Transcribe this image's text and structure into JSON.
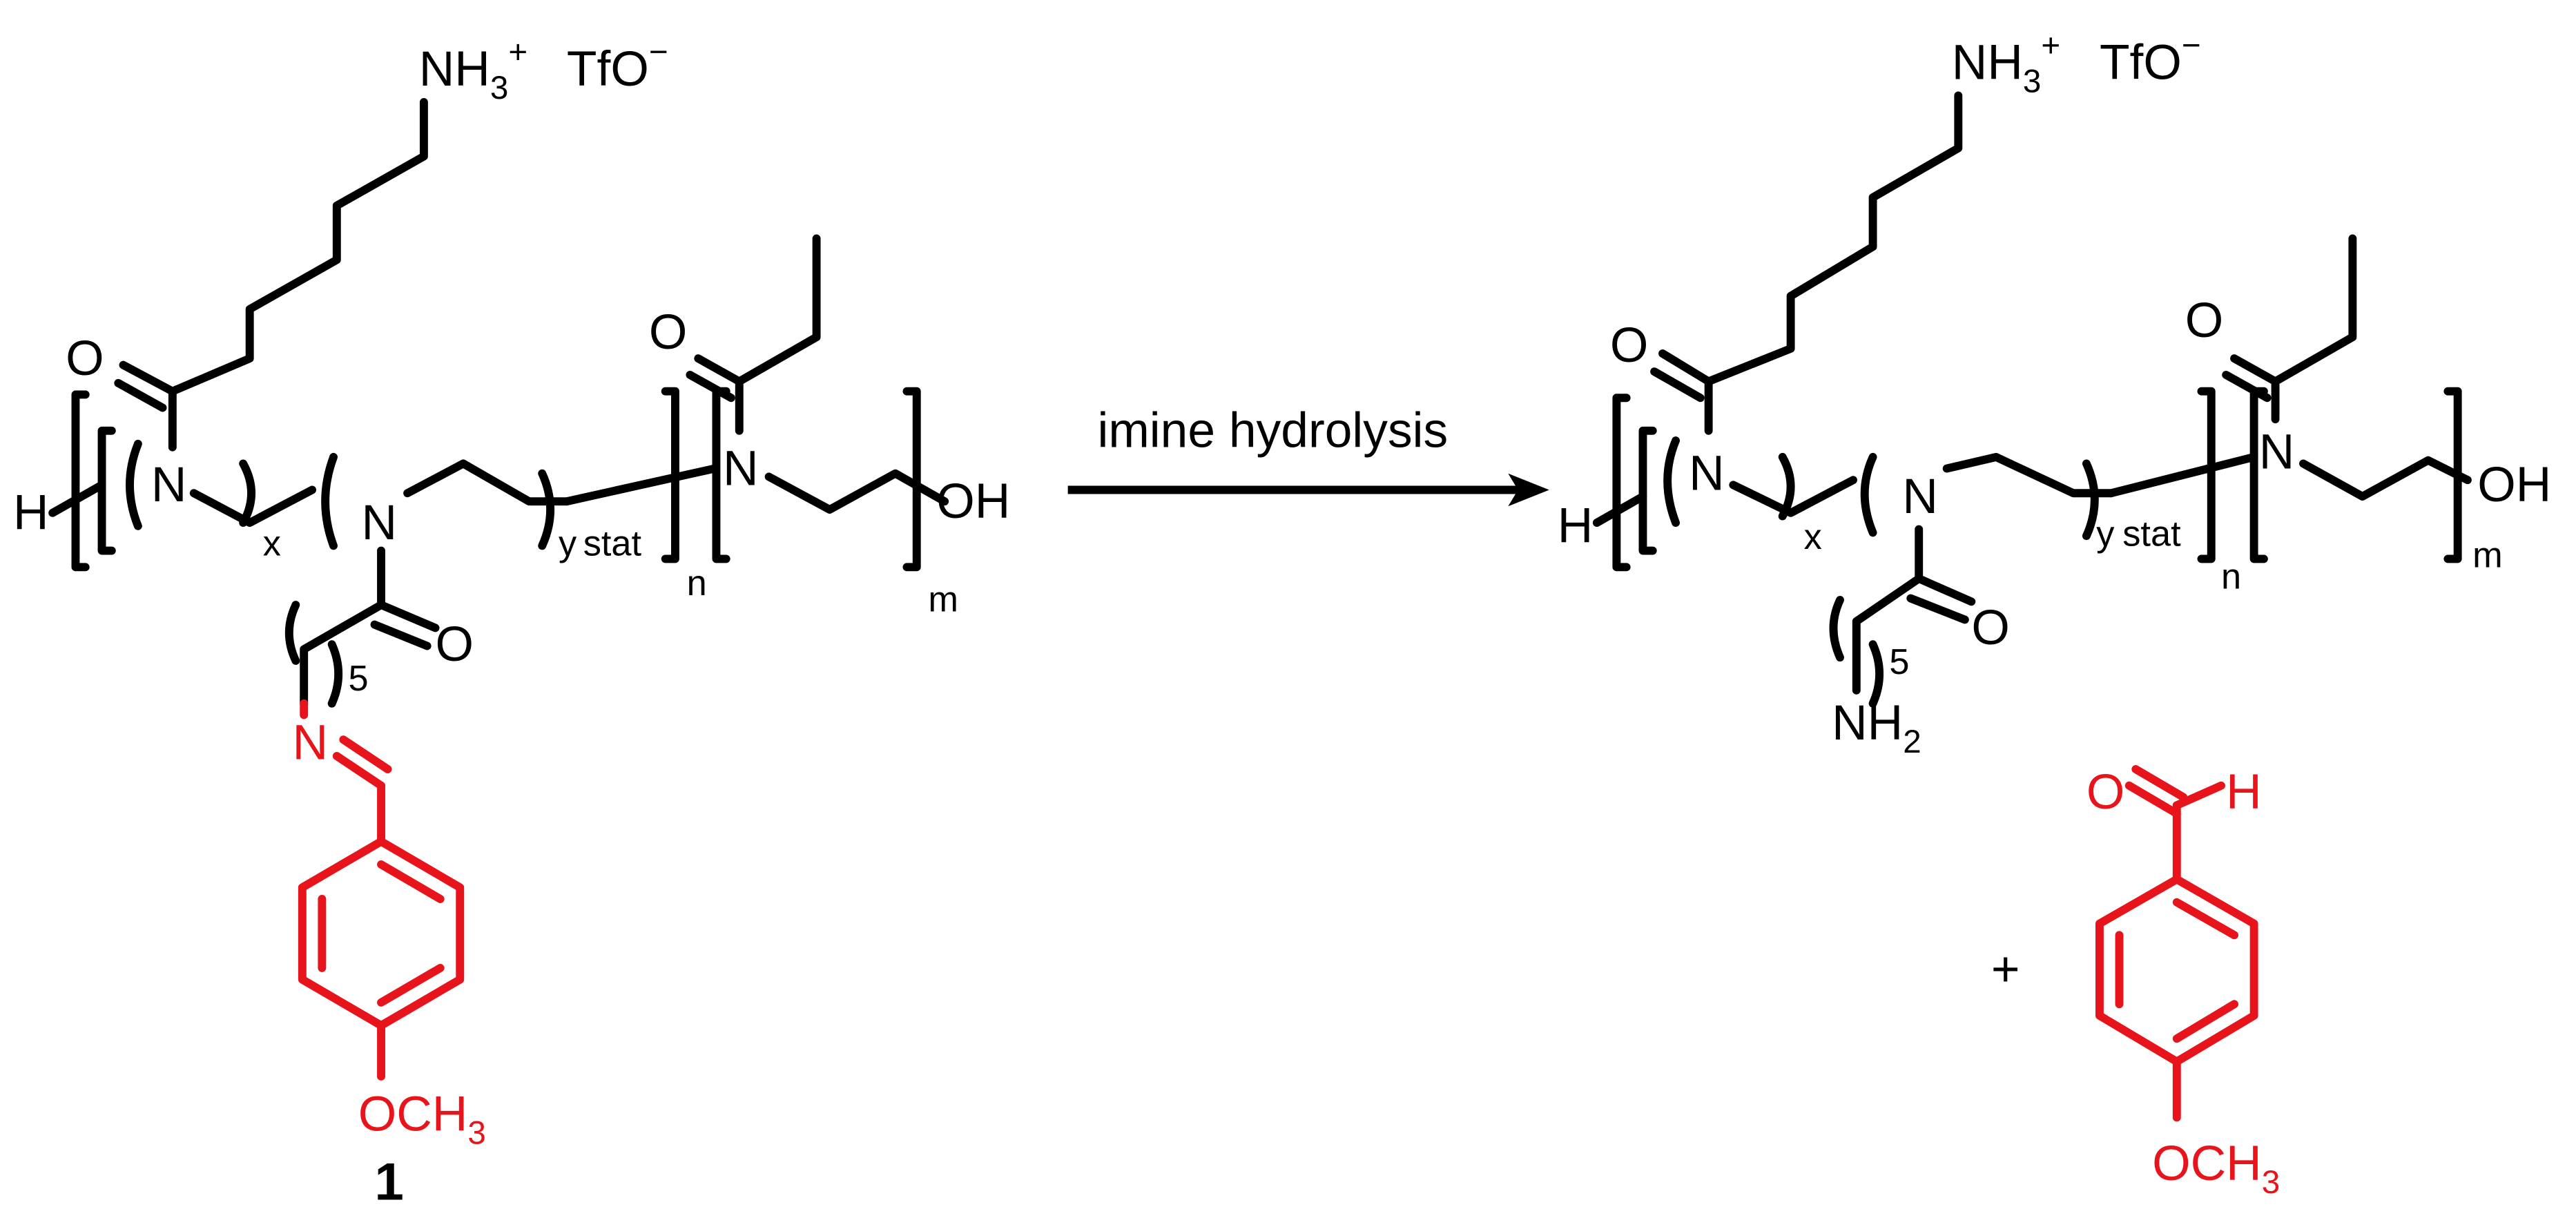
{
  "colors": {
    "bond": "#000000",
    "highlight": "#e8141b",
    "background": "#ffffff"
  },
  "reaction": {
    "arrow_label": "imine hydrolysis",
    "plus_sign": "+"
  },
  "reactant": {
    "compound_number": "1",
    "atoms": {
      "ammonium": "NH",
      "ammonium_sub": "3",
      "ammonium_sup": "+",
      "counterion": "TfO",
      "counterion_sup": "−",
      "oxygen": "O",
      "nitrogen": "N",
      "hydrogen": "H",
      "hydroxyl": "OH",
      "imine_n": "N",
      "methoxy_o": "OCH",
      "methoxy_sub": "3"
    },
    "subscripts": {
      "x": "x",
      "y": "y",
      "stat": "stat",
      "n": "n",
      "m": "m",
      "five": "5"
    }
  },
  "product": {
    "atoms": {
      "ammonium": "NH",
      "ammonium_sub": "3",
      "ammonium_sup": "+",
      "counterion": "TfO",
      "counterion_sup": "−",
      "oxygen": "O",
      "nitrogen": "N",
      "hydrogen": "H",
      "hydroxyl": "OH",
      "amine": "NH",
      "amine_sub": "2"
    },
    "subscripts": {
      "x": "x",
      "y": "y",
      "stat": "stat",
      "n": "n",
      "m": "m",
      "five": "5"
    }
  },
  "aldehyde": {
    "atoms": {
      "oxygen": "O",
      "hydrogen": "H",
      "methoxy_o": "OCH",
      "methoxy_sub": "3"
    }
  }
}
